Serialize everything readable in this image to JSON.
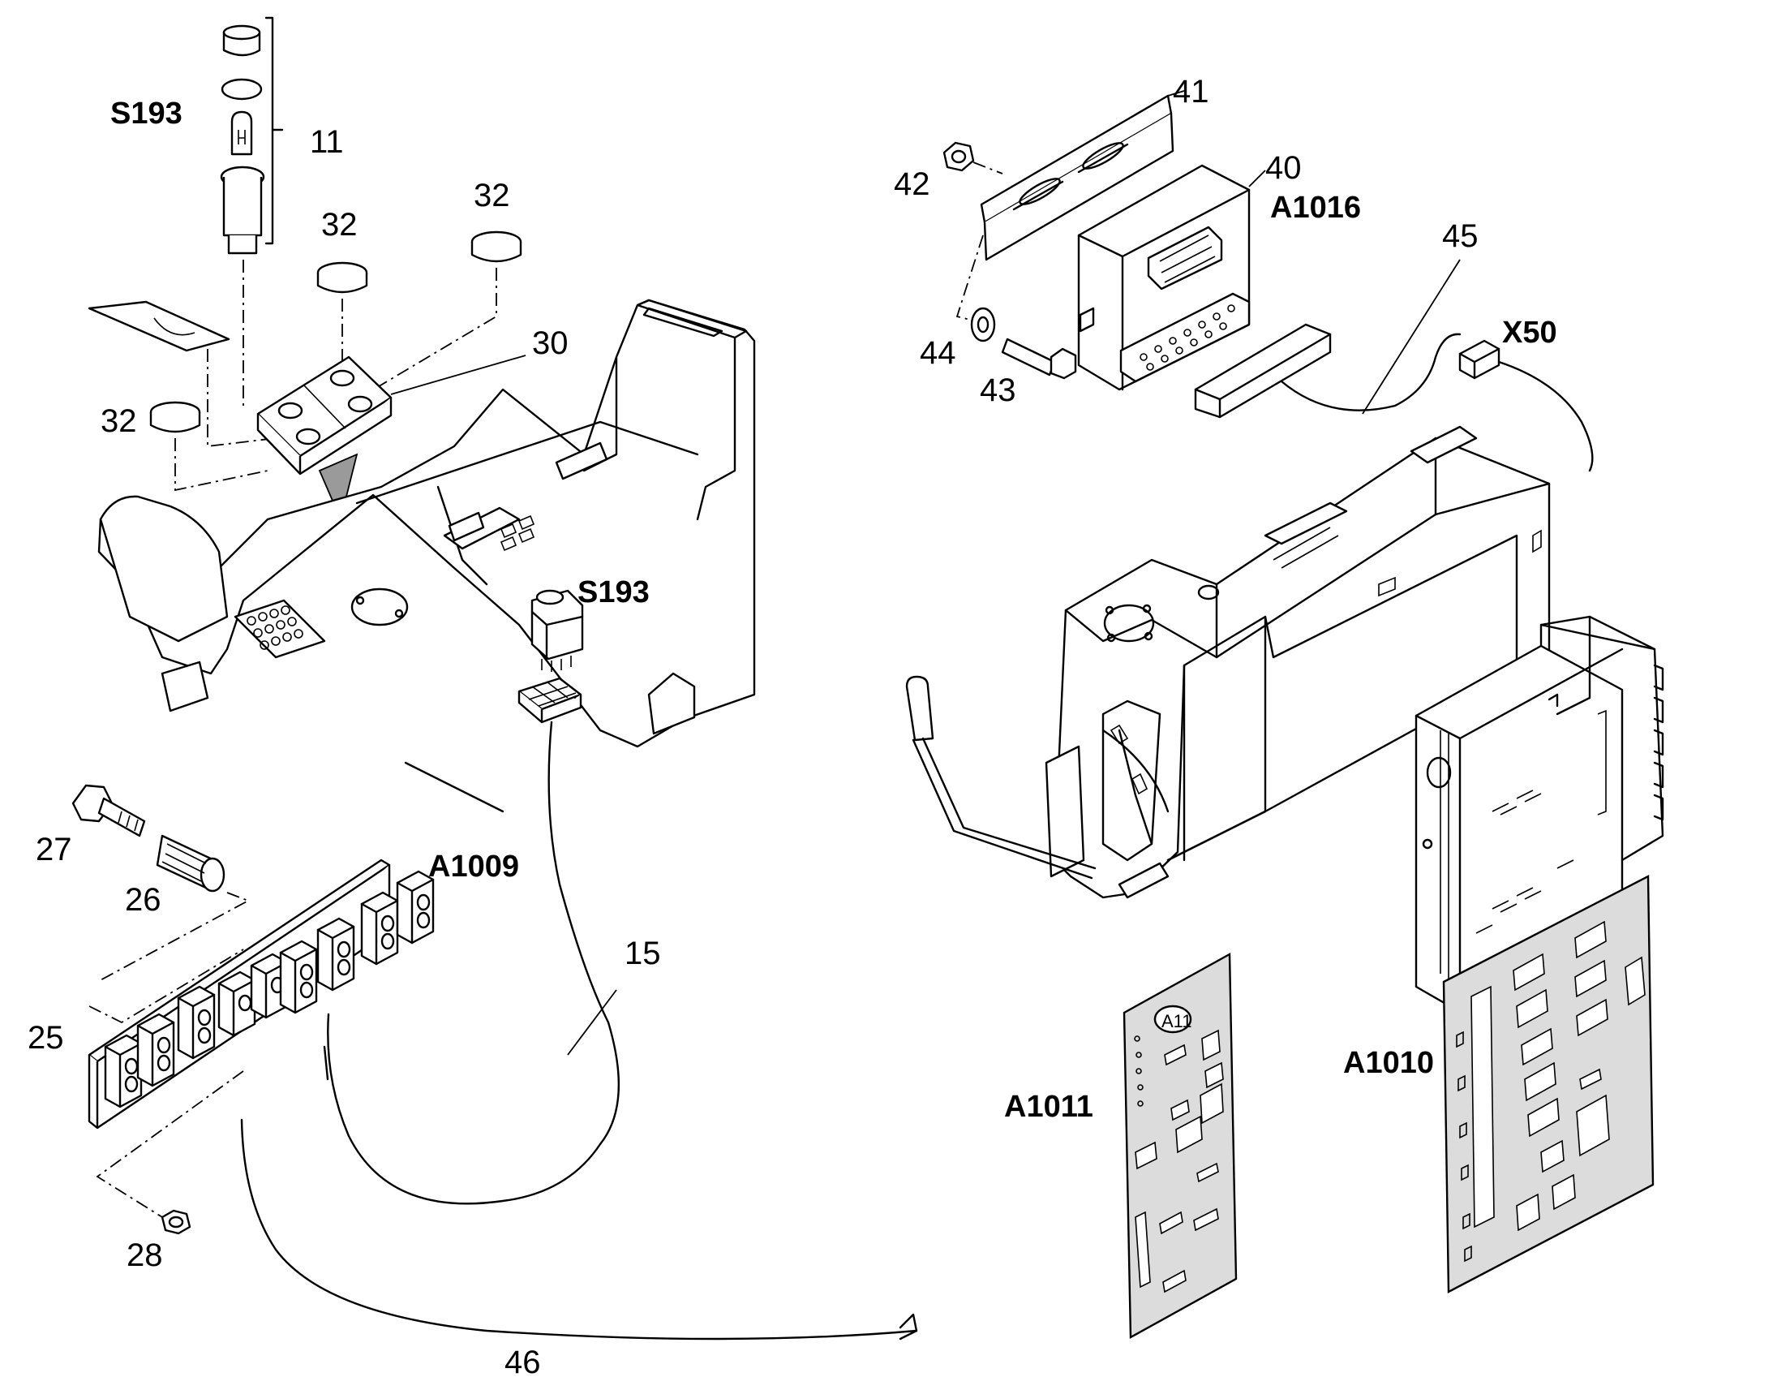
{
  "labels": {
    "s193_top": "S193",
    "n11": "11",
    "n32_a": "32",
    "n32_b": "32",
    "n32_c": "32",
    "n30": "30",
    "s193_mid": "S193",
    "n27": "27",
    "n26": "26",
    "a1009": "A1009",
    "n15": "15",
    "n25": "25",
    "n28": "28",
    "n46": "46",
    "n41": "41",
    "n42": "42",
    "n40": "40",
    "a1016": "A1016",
    "n45": "45",
    "x50": "X50",
    "n44": "44",
    "n43": "43",
    "a1011": "A1011",
    "a1011_board": "A11",
    "a1010": "A1010"
  },
  "colors": {
    "line": "#000000",
    "board_fill": "#dcdcdc",
    "background": "#ffffff"
  }
}
